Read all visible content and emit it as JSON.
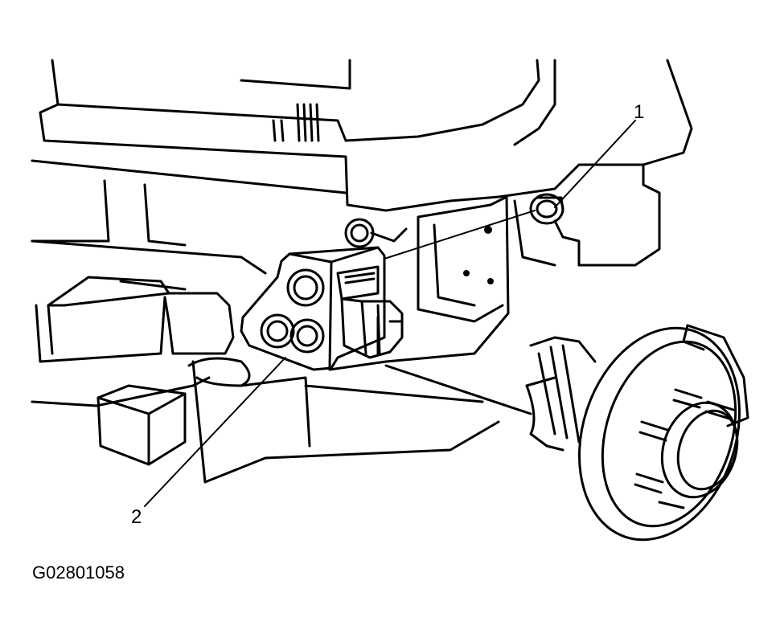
{
  "figure": {
    "id": "G02801058",
    "line_color": "#000000",
    "background": "#ffffff"
  },
  "callouts": [
    {
      "label": "1"
    },
    {
      "label": "2"
    }
  ]
}
